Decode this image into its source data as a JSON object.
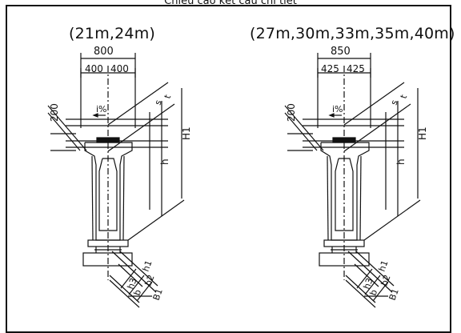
{
  "title": "Chiều cao kết cấu chi tiết",
  "left": {
    "spans": "(21m,24m)",
    "width_total": "800",
    "width_left": "400",
    "width_right": "400",
    "dim_200": "200",
    "slope": "i%",
    "s": "s",
    "t": "t",
    "H1": "H1",
    "h": "h",
    "h1": "h1",
    "h3": "h3",
    "b": "b",
    "b2": "b2",
    "B1": "B1"
  },
  "right": {
    "spans": "(27m,30m,33m,35m,40m)",
    "width_total": "850",
    "width_left": "425",
    "width_right": "425",
    "dim_200": "200",
    "slope": "i%",
    "s": "s",
    "t": "t",
    "H1": "H1",
    "h": "h",
    "h1": "h1",
    "h3": "h3",
    "b": "b",
    "b2": "b2",
    "B1": "B1"
  }
}
